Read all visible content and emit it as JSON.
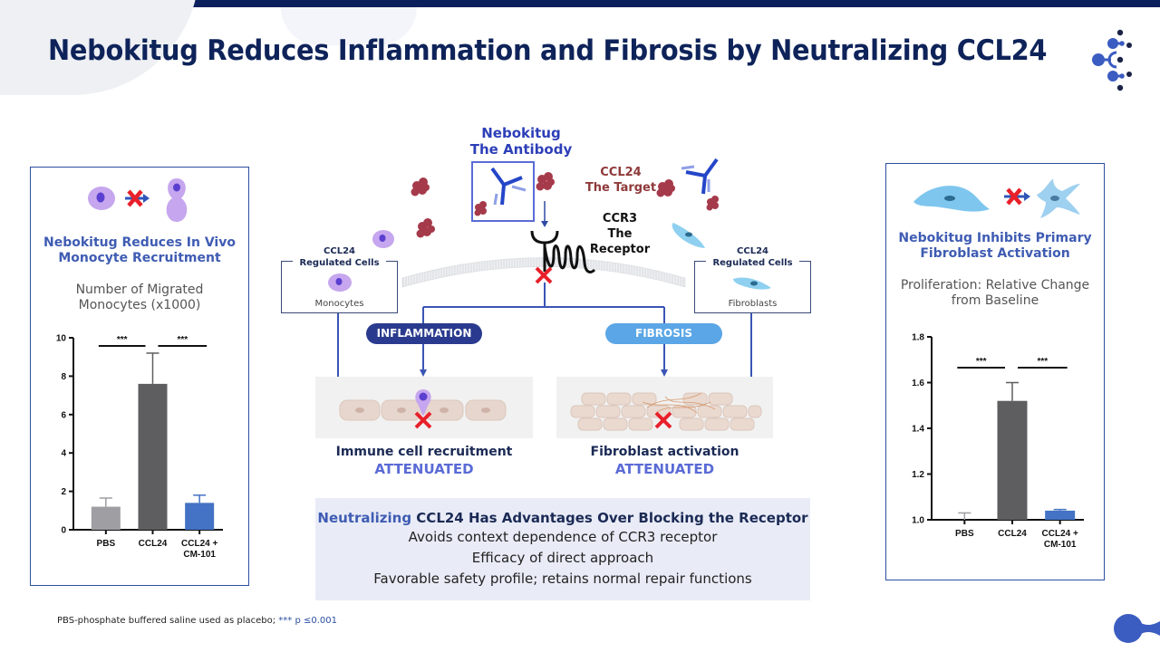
{
  "header": {
    "title": "Nebokitug Reduces Inflammation and Fibrosis by Neutralizing CCL24",
    "logo_icon": "molecule-network-logo-icon"
  },
  "left_panel": {
    "title_line1": "Nebokitug Reduces In Vivo",
    "title_line2": "Monocyte Recruitment",
    "subtitle_line1": "Number of Migrated",
    "subtitle_line2": "Monocytes (x1000)",
    "icon": "monocyte-migration-blocked-icon"
  },
  "right_panel": {
    "title_line1": "Nebokitug Inhibits Primary",
    "title_line2": "Fibroblast Activation",
    "subtitle_line1": "Proliferation: Relative Change",
    "subtitle_line2": "from Baseline",
    "icon": "fibroblast-activation-blocked-icon"
  },
  "diagram": {
    "antibody_line1": "Nebokitug",
    "antibody_line2": "The Antibody",
    "target_line1": "CCL24",
    "target_line2": "The Target",
    "receptor_line1": "CCR3",
    "receptor_line2": "The",
    "receptor_line3": "Receptor",
    "regulated_left_line1": "CCL24",
    "regulated_left_line2": "Regulated Cells",
    "regulated_left_cell": "Monocytes",
    "regulated_right_line1": "CCL24",
    "regulated_right_line2": "Regulated Cells",
    "regulated_right_cell": "Fibroblasts",
    "pill_left": "INFLAMMATION",
    "pill_right": "FIBROSIS",
    "outcome_left_line1": "Immune cell recruitment",
    "outcome_left_line2": "ATTENUATED",
    "outcome_right_line1": "Fibroblast activation",
    "outcome_right_line2": "ATTENUATED"
  },
  "advantages": {
    "heading_highlight": "Neutralizing",
    "heading_rest": " CCL24 Has Advantages Over Blocking the Receptor",
    "items": [
      "Avoids context dependence of CCR3 receptor",
      "Efficacy of direct approach",
      "Favorable safety profile; retains normal repair functions"
    ]
  },
  "footnote": {
    "text": "PBS-phosphate buffered saline used as placebo; ",
    "sig": "*** p ≤0.001"
  },
  "colors": {
    "navy": "#0e2359",
    "accent_blue": "#3f5cb3",
    "bar_gray_light": "#9e9ea3",
    "bar_gray_dark": "#5e5e60",
    "bar_blue": "#4472c4",
    "inflammation_pill": "#2a3b8f",
    "fibrosis_pill": "#5aa6e6",
    "red_x": "#e8202a",
    "ccl24_red": "#9b3a48"
  },
  "chart_data": [
    {
      "type": "bar",
      "title": "Nebokitug Reduces In Vivo Monocyte Recruitment",
      "ylabel": "Number of Migrated Monocytes (x1000)",
      "xlabel": "",
      "categories": [
        "PBS",
        "CCL24",
        "CCL24 + CM-101"
      ],
      "values": [
        1.2,
        7.6,
        1.4
      ],
      "errors": [
        0.45,
        1.6,
        0.4
      ],
      "bar_colors": [
        "#9e9ea3",
        "#5e5e60",
        "#4472c4"
      ],
      "ylim": [
        0,
        10
      ],
      "yticks": [
        0,
        2,
        4,
        6,
        8,
        10
      ],
      "significance": [
        {
          "from": 0,
          "to": 1,
          "label": "***"
        },
        {
          "from": 1,
          "to": 2,
          "label": "***"
        }
      ],
      "grid": false
    },
    {
      "type": "bar",
      "title": "Nebokitug Inhibits Primary Fibroblast Activation",
      "ylabel": "Proliferation: Relative Change from Baseline",
      "xlabel": "",
      "categories": [
        "PBS",
        "CCL24",
        "CCL24 + CM-101"
      ],
      "values": [
        1.0,
        1.52,
        1.04
      ],
      "errors": [
        0.03,
        0.08,
        0.005
      ],
      "bar_colors": [
        "#9e9ea3",
        "#5e5e60",
        "#4472c4"
      ],
      "ylim": [
        1.0,
        1.8
      ],
      "yticks": [
        1.0,
        1.2,
        1.4,
        1.6,
        1.8
      ],
      "significance": [
        {
          "from": 0,
          "to": 1,
          "label": "***"
        },
        {
          "from": 1,
          "to": 2,
          "label": "***"
        }
      ],
      "grid": false
    }
  ]
}
